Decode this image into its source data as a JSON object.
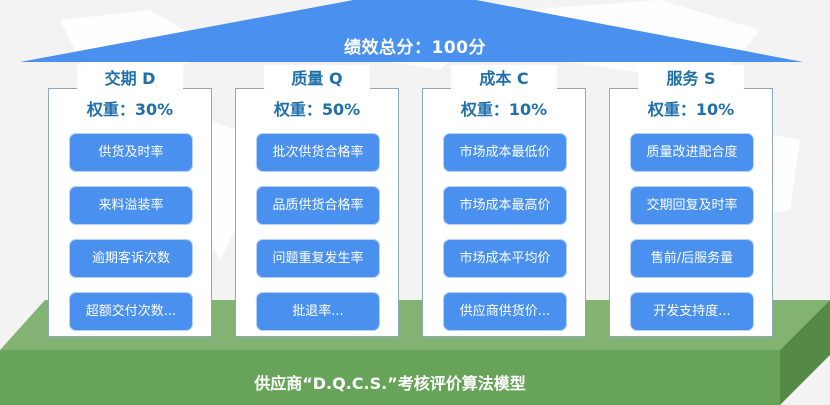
{
  "roof": {
    "title": "绩效总分：100分",
    "color": "#4a90ee"
  },
  "platform": {
    "title": "供应商“D.Q.C.S.”考核评价算法模型",
    "colors": {
      "top": "#82b372",
      "front": "#68a35a",
      "side": "#548a46"
    }
  },
  "cards": [
    {
      "title": "交期 D",
      "weight": "权重：30%",
      "metrics": [
        "供货及时率",
        "来料溢装率",
        "逾期客诉次数",
        "超额交付次数..."
      ]
    },
    {
      "title": "质量 Q",
      "weight": "权重：50%",
      "metrics": [
        "批次供货合格率",
        "品质供货合格率",
        "问题重复发生率",
        "批退率..."
      ]
    },
    {
      "title": "成本 C",
      "weight": "权重：10%",
      "metrics": [
        "市场成本最低价",
        "市场成本最高价",
        "市场成本平均价",
        "供应商供货价..."
      ]
    },
    {
      "title": "服务 S",
      "weight": "权重：10%",
      "metrics": [
        "质量改进配合度",
        "交期回复及时率",
        "售前/后服务量",
        "开发支持度..."
      ]
    }
  ],
  "colors": {
    "accent_blue": "#4a90ee",
    "heading_blue": "#1f6fa8",
    "card_border": "#8fa7bf",
    "background": "#f3f3f3"
  }
}
